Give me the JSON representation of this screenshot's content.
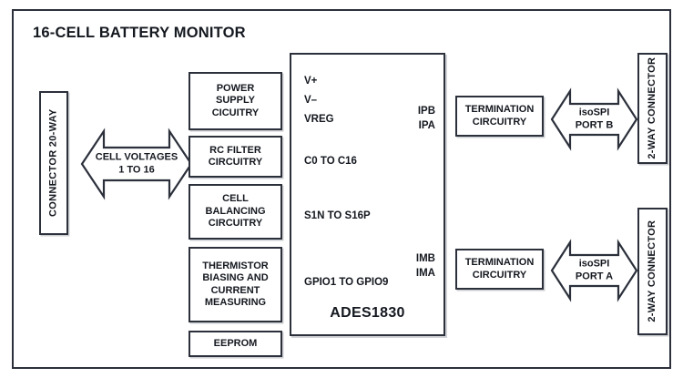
{
  "diagram": {
    "title": "16-CELL BATTERY MONITOR",
    "frame_color": "#2b303b",
    "background": "#ffffff"
  },
  "left_connector": {
    "label": "CONNECTOR 20-WAY"
  },
  "cell_arrow": {
    "label": "CELL VOLTAGES\n1 TO 16"
  },
  "front_end_blocks": [
    {
      "label": "POWER\nSUPPLY\nCICUITRY"
    },
    {
      "label": "RC FILTER\nCIRCUITRY"
    },
    {
      "label": "CELL\nBALANCING\nCIRCUITRY"
    },
    {
      "label": "THERMISTOR\nBIASING AND\nCURRENT\nMEASURING"
    },
    {
      "label": "EEPROM"
    }
  ],
  "ic": {
    "name": "ADES1830",
    "left_pins": [
      {
        "label": "V+"
      },
      {
        "label": "V–"
      },
      {
        "label": "VREG"
      },
      {
        "label": "C0 TO C16"
      },
      {
        "label": "S1N TO S16P"
      },
      {
        "label": "GPIO1 TO GPIO9"
      }
    ],
    "right_pins": [
      {
        "label": "IPB"
      },
      {
        "label": "IPA"
      },
      {
        "label": "IMB"
      },
      {
        "label": "IMA"
      }
    ]
  },
  "port_b": {
    "termination": "TERMINATION\nCIRCUITRY",
    "arrow": "isoSPI\nPORT B",
    "connector": "2-WAY CONNECTOR"
  },
  "port_a": {
    "termination": "TERMINATION\nCIRCUITRY",
    "arrow": "isoSPI\nPORT A",
    "connector": "2-WAY CONNECTOR"
  }
}
